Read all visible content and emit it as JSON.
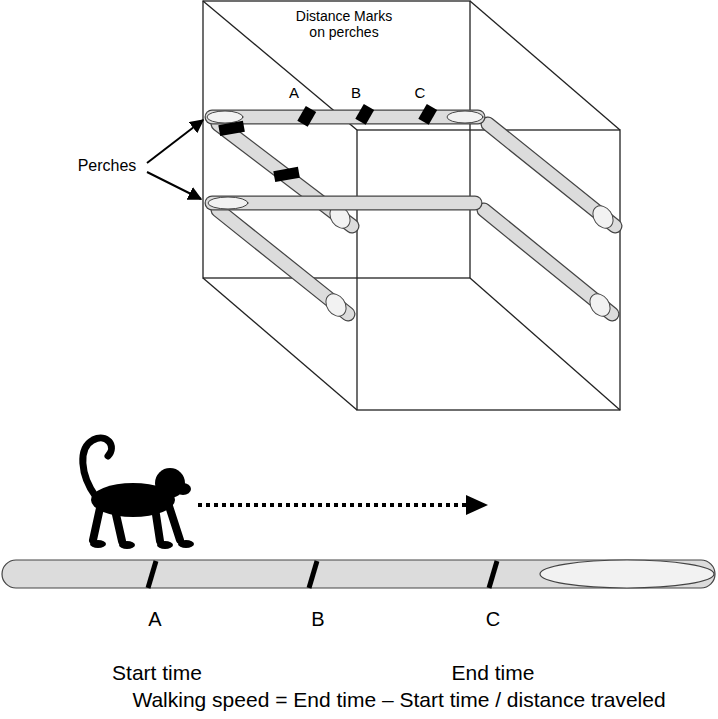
{
  "diagram": {
    "labels": [
      "Distance Marks on perches",
      "A",
      "B",
      "C",
      "Perches",
      "A",
      "B",
      "C",
      "Start time",
      "End time",
      "Walking speed = End time – Start time / distance traveled"
    ]
  }
}
